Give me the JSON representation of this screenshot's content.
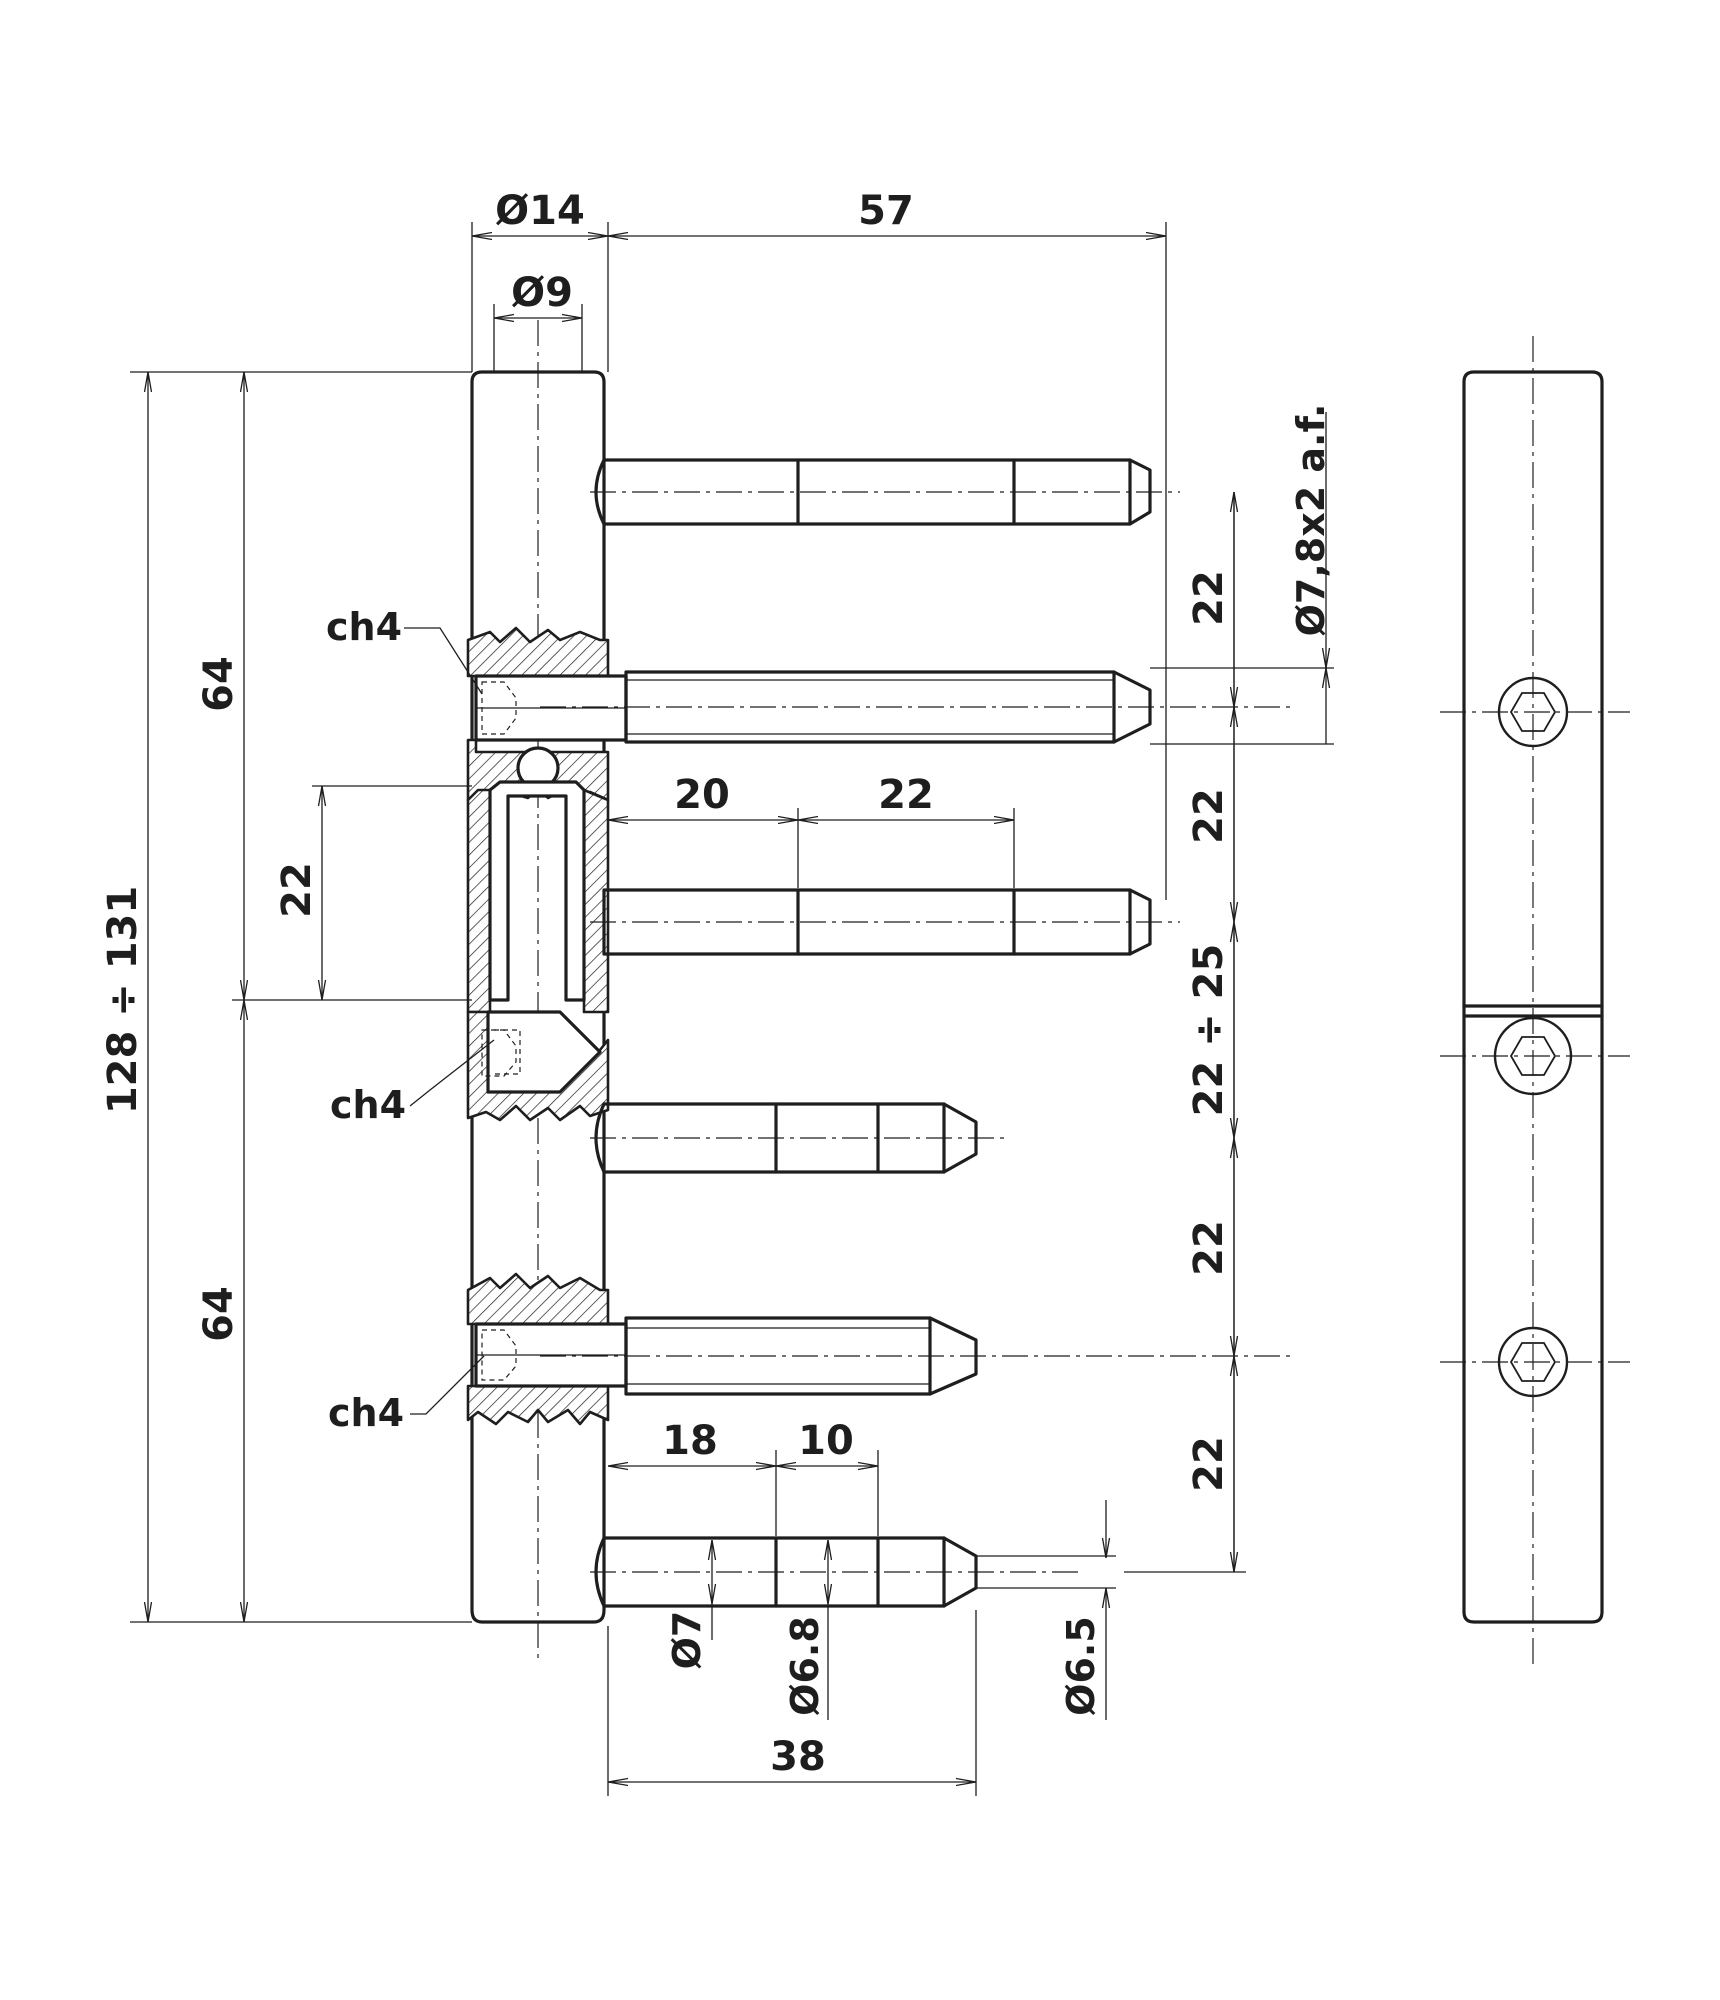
{
  "labels": {
    "d14": "Ø14",
    "d9": "Ø9",
    "l57": "57",
    "wrench": "Ø7,8x2 a.f.",
    "overall": "128 ÷ 131",
    "upper64": "64",
    "lower64": "64",
    "inner22": "22",
    "ch4_top": "ch4",
    "ch4_mid": "ch4",
    "ch4_bot": "ch4",
    "pin20": "20",
    "pin22": "22",
    "pin18": "18",
    "pin10": "10",
    "d7": "Ø7",
    "d68": "Ø6.8",
    "d65": "Ø6.5",
    "l38": "38",
    "r1": "22",
    "r2": "22",
    "r3": "22 ÷ 25",
    "r4": "22",
    "r5": "22"
  },
  "colors": {
    "line": "#1e1e1e",
    "background": "#ffffff"
  },
  "icons": [
    "hex-socket-icon"
  ]
}
